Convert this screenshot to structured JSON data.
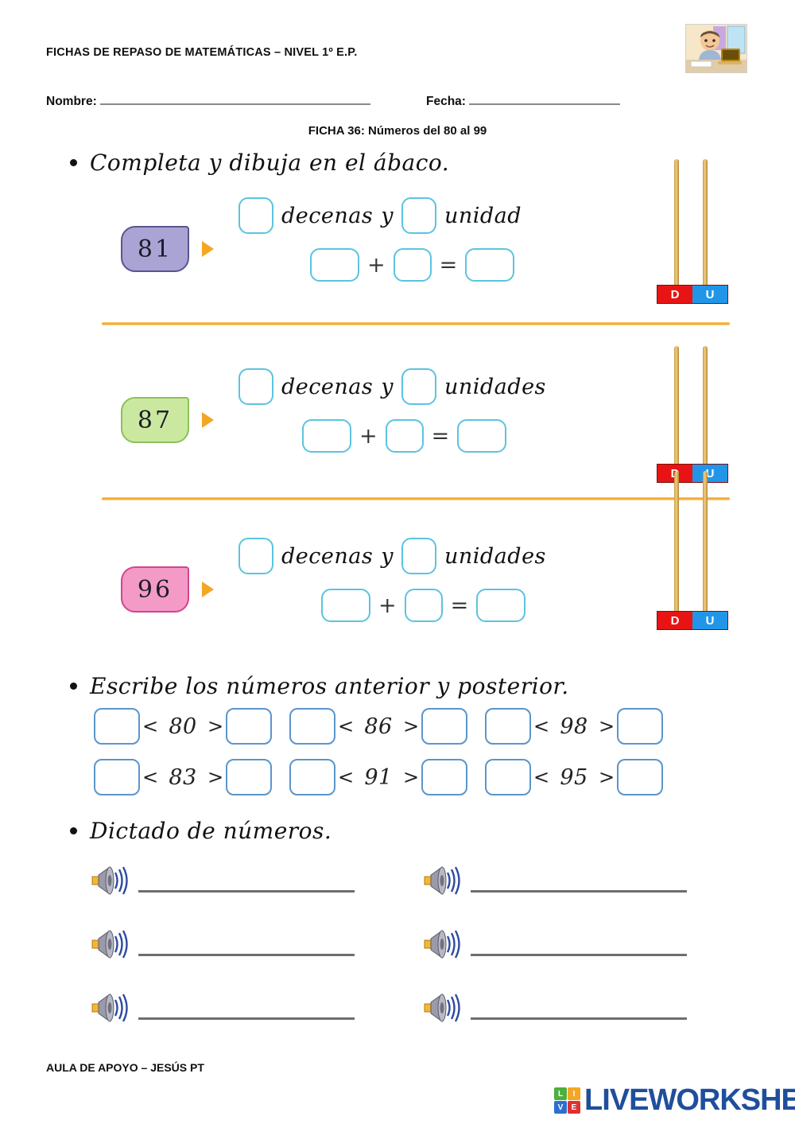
{
  "header": {
    "doc_title": "FICHAS DE REPASO DE MATEMÁTICAS – NIVEL 1º E.P.",
    "name_label": "Nombre:",
    "date_label": "Fecha:",
    "sheet_title": "FICHA 36: Números del 80 al 99",
    "avatar_alt": "teacher-at-laptop-avatar"
  },
  "section_abacus": {
    "instruction": "Completa y dibuja en el ábaco.",
    "rows": [
      {
        "number": "81",
        "badge_color": "#a9a4d4",
        "badge_border": "#5a5490",
        "tens_word": "decenas",
        "conjunction": "y",
        "units_word": "unidad",
        "plus": "+",
        "equals": "=",
        "abacus_tens_label": "D",
        "abacus_units_label": "U"
      },
      {
        "number": "87",
        "badge_color": "#cbe8a0",
        "badge_border": "#8fbf5a",
        "tens_word": "decenas",
        "conjunction": "y",
        "units_word": "unidades",
        "plus": "+",
        "equals": "=",
        "abacus_tens_label": "D",
        "abacus_units_label": "U"
      },
      {
        "number": "96",
        "badge_color": "#f49ac6",
        "badge_border": "#d2458c",
        "tens_word": "decenas",
        "conjunction": "y",
        "units_word": "unidades",
        "plus": "+",
        "equals": "=",
        "abacus_tens_label": "D",
        "abacus_units_label": "U"
      }
    ]
  },
  "section_sequence": {
    "instruction": "Escribe los números anterior y posterior.",
    "less_than": "<",
    "greater_than": ">",
    "rows": [
      {
        "numbers": [
          "80",
          "86",
          "98"
        ]
      },
      {
        "numbers": [
          "83",
          "91",
          "95"
        ]
      }
    ]
  },
  "section_dictation": {
    "instruction": "Dictado de números.",
    "items_left": [
      "speaker-icon",
      "speaker-icon",
      "speaker-icon"
    ],
    "items_right": [
      "speaker-icon",
      "speaker-icon",
      "speaker-icon"
    ]
  },
  "footer": {
    "credit": "AULA DE APOYO – JESÚS PT",
    "logo_blocks": [
      "L",
      "I",
      "V",
      "E"
    ],
    "logo_text": "LIVEWORKSHEETS"
  },
  "colors": {
    "divider": "#f0a01e",
    "answer_box_border": "#5bc3e0",
    "seq_box_border": "#5b95cc",
    "abacus_tens": "#e81414",
    "abacus_units": "#2196e8",
    "arrow": "#f5a623",
    "logo_navy": "#1f4e9c"
  }
}
